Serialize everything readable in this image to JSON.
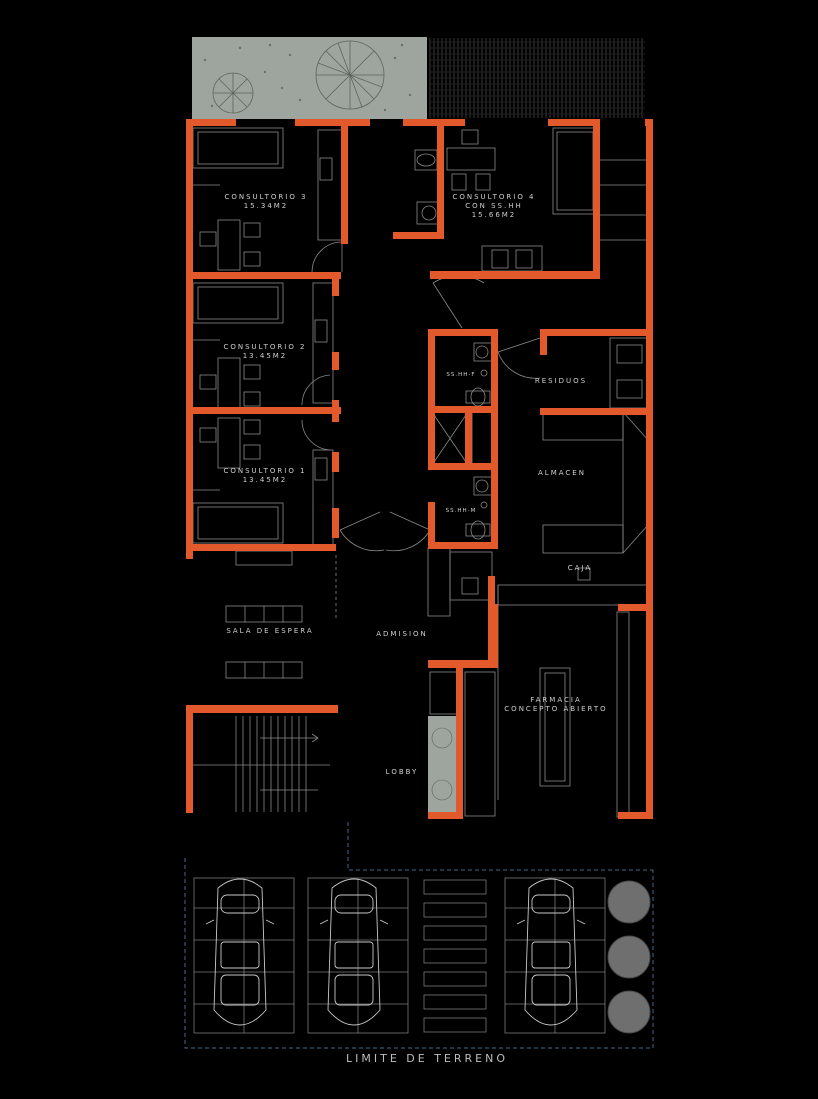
{
  "colors": {
    "background": "#000000",
    "wall": "#e2592c",
    "line": "#8a8a8a",
    "garden": "#9da59e",
    "boundary": "#3f6b8c",
    "planter": "#6f6f6f"
  },
  "rooms": {
    "consultorio3": {
      "name": "CONSULTORIO 3",
      "area": "15.34M2"
    },
    "consultorio4": {
      "name": "CONSULTORIO 4",
      "subtitle": "CON SS.HH",
      "area": "15.66M2"
    },
    "consultorio2": {
      "name": "CONSULTORIO 2",
      "area": "13.45M2"
    },
    "consultorio1": {
      "name": "CONSULTORIO 1",
      "area": "13.45M2"
    },
    "ss_f": "SS.HH-F",
    "ss_m": "SS.HH-M",
    "residuos": "RESIDUOS",
    "almacen": "ALMACEN",
    "caja": "CAJA",
    "sala_espera": "SALA DE ESPERA",
    "admision": "ADMISION",
    "farmacia": {
      "line1": "FARMACIA",
      "line2": "CONCEPTO ABIERTO"
    },
    "lobby": "LOBBY"
  },
  "boundary_label": "LIMITE DE TERRENO"
}
